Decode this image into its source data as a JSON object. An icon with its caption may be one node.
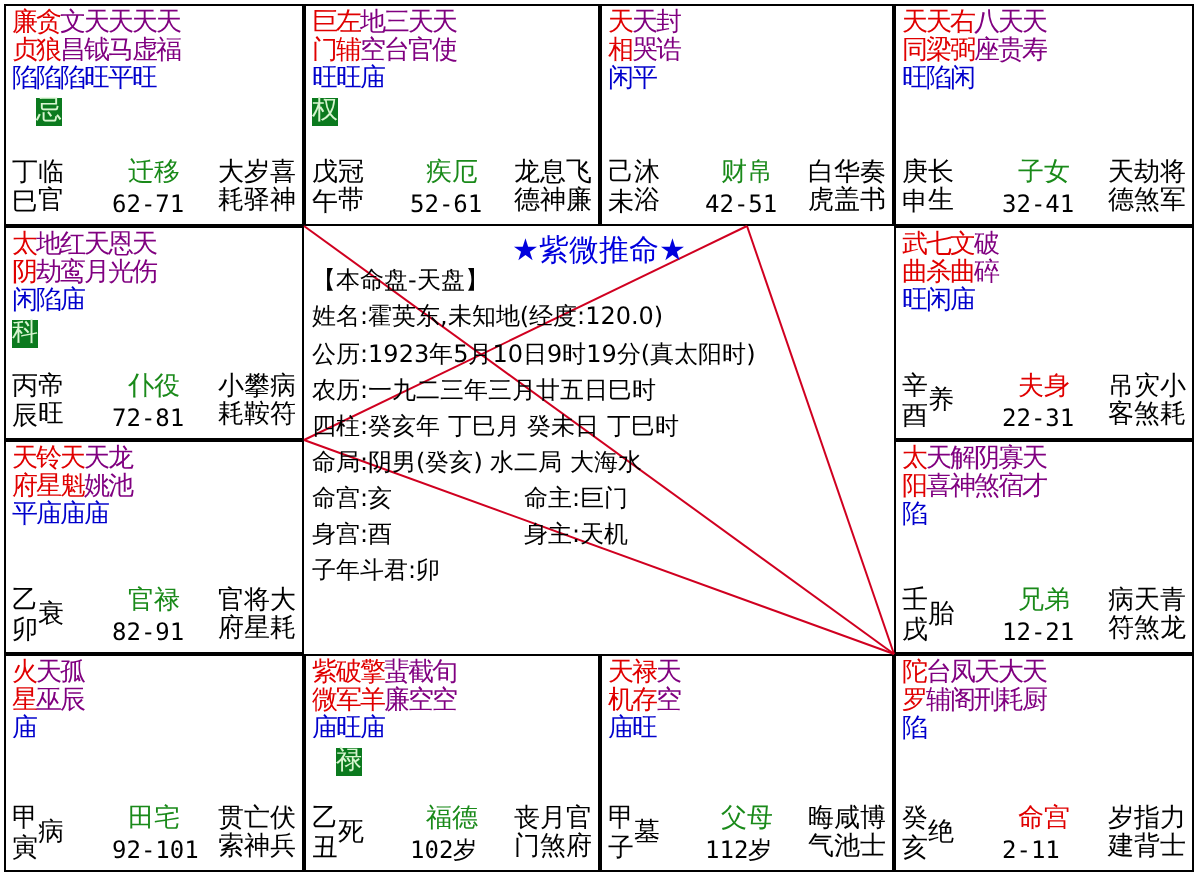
{
  "diagram": {
    "nodes": [
      {
        "text": [
          "廉贪文天天天天",
          "贞狼昌钺马虚福",
          "陷陷陷旺平旺",
          "忌",
          "迁移",
          "62-71",
          "丁",
          "巳",
          "临官",
          "大耗",
          "岁驿",
          "喜神"
        ]
      },
      {
        "text": [
          "巨左地三天天",
          "门辅空台官使",
          "旺旺庙",
          "权",
          "疾厄",
          "52-61",
          "戊",
          "午",
          "冠带",
          "龙德",
          "息神",
          "飞廉"
        ]
      },
      {
        "text": [
          "天天封",
          "相哭诰",
          "闲平",
          "财帛",
          "42-51",
          "己",
          "未",
          "沐浴",
          "白虎",
          "华盖",
          "奏书"
        ]
      },
      {
        "text": [
          "天天右八天天",
          "同梁弼座贵寿",
          "旺陷闲",
          "子女",
          "32-41",
          "庚",
          "申",
          "长生",
          "天德",
          "劫煞",
          "将军"
        ]
      },
      {
        "text": [
          "太地红天恩天",
          "阴劫鸾月光伤",
          "闲陷庙",
          "科",
          "仆役",
          "72-81",
          "丙",
          "辰",
          "帝旺",
          "小耗",
          "攀鞍",
          "病符"
        ]
      },
      {
        "text": [
          "★紫微推命★",
          "【本命盘-天盘】",
          "姓名:霍英东,未知地(经度:120.0)",
          "公历:1923年5月10日9时19分(真太阳时)",
          "农历:一九二三年三月廿五日巳时",
          "四柱:癸亥年 丁巳月 癸未日 丁巳时",
          "命局:阴男(癸亥) 水二局 大海水",
          "命宫:亥",
          "命主:巨门",
          "身宫:酉",
          "身主:天机",
          "子年斗君:卯"
        ]
      },
      {
        "text": [
          "武七文破",
          "曲杀曲碎",
          "旺闲庙",
          "夫身",
          "22-31",
          "辛",
          "酉",
          "养",
          "吊客",
          "灾煞",
          "小耗"
        ]
      },
      {
        "text": [
          "天铃天天龙",
          "府星魁姚池",
          "平庙庙庙",
          "官禄",
          "82-91",
          "乙",
          "卯",
          "衰",
          "官府",
          "将星",
          "大耗"
        ]
      },
      {
        "text": [
          "太天解阴寡天",
          "阳喜神煞宿才",
          "陷",
          "兄弟",
          "12-21",
          "壬",
          "戌",
          "胎",
          "病符",
          "天煞",
          "青龙"
        ]
      },
      {
        "text": [
          "火天孤",
          "星巫辰",
          "庙",
          "田宅",
          "92-101",
          "甲",
          "寅",
          "病",
          "贯索",
          "亡神",
          "伏兵"
        ]
      },
      {
        "text": [
          "紫破擎蜚截旬",
          "微军羊廉空空",
          "庙旺庙",
          "禄",
          "福德",
          "102岁",
          "乙",
          "丑",
          "死",
          "丧门",
          "月煞",
          "官府"
        ]
      },
      {
        "text": [
          "天禄天",
          "机存空",
          "庙旺",
          "父母",
          "112岁",
          "甲",
          "子",
          "墓",
          "晦气",
          "咸池",
          "博士"
        ]
      },
      {
        "text": [
          "陀台凤天大天",
          "罗辅阁刑耗厨",
          "陷",
          "命宫",
          "2-11",
          "癸",
          "亥",
          "绝",
          "岁建",
          "指背",
          "力士"
        ]
      }
    ],
    "edges": [
      {
        "from": 12,
        "to": 2,
        "arrow": "none"
      },
      {
        "from": 12,
        "to": 0,
        "arrow": "none"
      },
      {
        "from": 12,
        "to": 7,
        "arrow": "none"
      },
      {
        "from": 7,
        "to": 2,
        "arrow": "none"
      }
    ]
  }
}
